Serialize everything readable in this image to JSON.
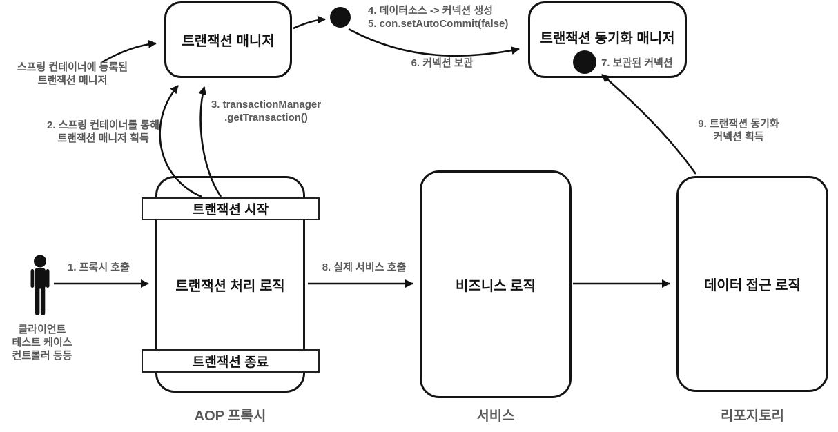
{
  "diagram": {
    "colors": {
      "line": "#111111",
      "box_border": "#141414",
      "text_primary": "#111111",
      "text_muted": "#595959",
      "background": "#ffffff"
    },
    "nodes": {
      "transaction_manager": {
        "label": "트랜잭션 매니저"
      },
      "tx_sync_manager": {
        "label": "트랜잭션 동기화 매니저"
      },
      "aop_proxy": {
        "start_ribbon": "트랜잭션 시작",
        "logic_label": "트랜잭션 처리 로직",
        "end_ribbon": "트랜잭션 종료",
        "caption": "AOP 프록시"
      },
      "service": {
        "label": "비즈니스 로직",
        "caption": "서비스"
      },
      "repository": {
        "label": "데이터 접근 로직",
        "caption": "리포지토리"
      }
    },
    "actor": {
      "lines": [
        "클라이언트",
        "테스트 케이스",
        "컨트롤러 등등"
      ]
    },
    "annotations": {
      "registered": [
        "스프링 컨테이너에 등록된",
        "트랜잭션 매니저"
      ],
      "s1": [
        "1. 프록시 호출"
      ],
      "s2": [
        "2. 스프링 컨테이너를 통해",
        "트랜잭션 매니저 획득"
      ],
      "s3": [
        "3. transactionManager",
        ".getTransaction()"
      ],
      "s4": [
        "4. 데이터소스 -> 커넥션 생성"
      ],
      "s5": [
        "5. con.setAutoCommit(false)"
      ],
      "s6": [
        "6. 커넥션 보관"
      ],
      "s7": [
        "7. 보관된 커넥션"
      ],
      "s8": [
        "8. 실제 서비스 호출"
      ],
      "s9": [
        "9. 트랜잭션 동기화",
        "커넥션 획득"
      ]
    }
  }
}
